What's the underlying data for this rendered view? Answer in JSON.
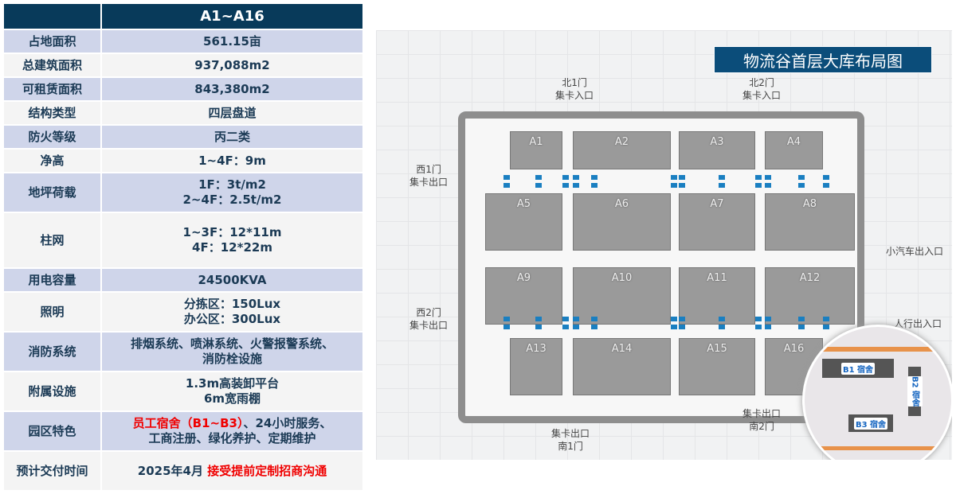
{
  "table": {
    "header": {
      "label": "",
      "value": "A1~A16"
    },
    "rows": [
      {
        "label": "占地面积",
        "lines": [
          "561.15亩"
        ]
      },
      {
        "label": "总建筑面积",
        "lines": [
          "937,088m2"
        ]
      },
      {
        "label": "可租赁面积",
        "lines": [
          "843,380m2"
        ]
      },
      {
        "label": "结构类型",
        "lines": [
          "四层盘道"
        ]
      },
      {
        "label": "防火等级",
        "lines": [
          "丙二类"
        ]
      },
      {
        "label": "净高",
        "lines": [
          "1~4F：9m"
        ]
      },
      {
        "label": "地坪荷载",
        "lines": [
          "1F：3t/m2",
          "2~4F：2.5t/m2"
        ]
      },
      {
        "label": "柱网",
        "lines": [
          "1~3F：12*11m",
          "4F：12*22m"
        ]
      },
      {
        "label": "用电容量",
        "lines": [
          "24500KVA"
        ]
      },
      {
        "label": "照明",
        "lines": [
          "分拣区：150Lux",
          "办公区：300Lux"
        ]
      },
      {
        "label": "消防系统",
        "lines": [
          "排烟系统、喷淋系统、火警报警系统、",
          "消防栓设施"
        ]
      },
      {
        "label": "附属设施",
        "lines": [
          "1.3m高装卸平台",
          "6m宽雨棚"
        ]
      },
      {
        "label": "园区特色",
        "red": "员工宿舍（B1~B3）",
        "rest": "、24小时服务、",
        "line2": "工商注册、绿化养护、定期维护"
      },
      {
        "label": "预计交付时间",
        "date": "2025年4月 ",
        "red": "接受提前定制招商沟通"
      }
    ]
  },
  "map": {
    "title": "物流谷首层大库布局图",
    "buildings": [
      "A1",
      "A2",
      "A3",
      "A4",
      "A5",
      "A6",
      "A7",
      "A8",
      "A9",
      "A10",
      "A11",
      "A12",
      "A13",
      "A14",
      "A15",
      "A16"
    ],
    "gates": {
      "north1": [
        "北1门",
        "集卡入口"
      ],
      "north2": [
        "北2门",
        "集卡入口"
      ],
      "west1": [
        "西1门",
        "集卡出口"
      ],
      "west2": [
        "西2门",
        "集卡出口"
      ],
      "car": "小汽车出入口",
      "pedestrian": "人行出入口",
      "south2": [
        "集卡出口",
        "南2门"
      ],
      "south1": [
        "集卡出口",
        "南1门"
      ]
    },
    "dorms": [
      "B1 宿舍",
      "B2 宿舍",
      "B3 宿舍"
    ]
  }
}
